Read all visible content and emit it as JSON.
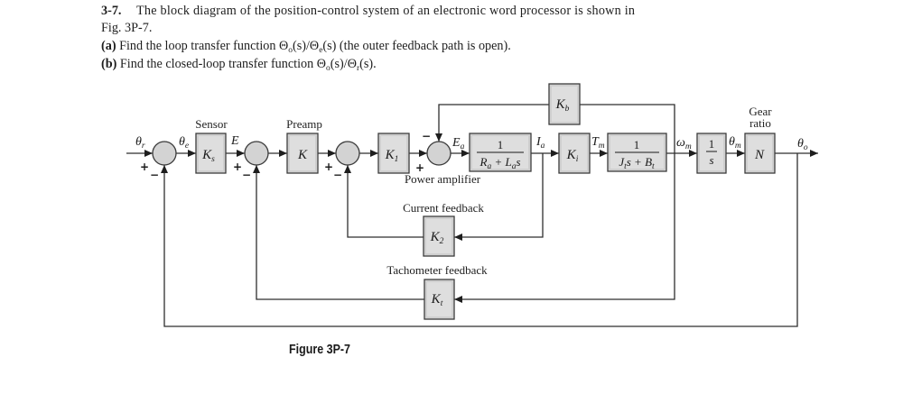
{
  "problem": {
    "number": "3-7.",
    "line1": "The block diagram of the position-control system of an electronic word processor is shown in",
    "line2": "Fig. 3P-7.",
    "part_a": {
      "label": "(a)",
      "pre": " Find the loop transfer function Θ",
      "sub1": "o",
      "mid": "(s)/Θ",
      "sub2": "e",
      "post": "(s) (the outer feedback path is open)."
    },
    "part_b": {
      "label": "(b)",
      "pre": " Find the closed-loop transfer function Θ",
      "sub1": "o",
      "mid": "(s)/Θ",
      "sub2": "r",
      "post": "(s)."
    }
  },
  "diagram": {
    "signals": {
      "theta_r": {
        "sym": "θ",
        "sub": "r"
      },
      "theta_e": {
        "sym": "θ",
        "sub": "e"
      },
      "E": {
        "sym": "E"
      },
      "E_a": {
        "sym": "E",
        "sub": "a"
      },
      "I_a": {
        "sym": "I",
        "sub": "a"
      },
      "T_m": {
        "sym": "T",
        "sub": "m"
      },
      "omega_m": {
        "sym": "ω",
        "sub": "m"
      },
      "theta_m": {
        "sym": "θ",
        "sub": "m"
      },
      "theta_o": {
        "sym": "θ",
        "sub": "o"
      }
    },
    "signs": {
      "plus": "+",
      "minus": "−"
    },
    "blocks": {
      "sensor": {
        "caption": "Sensor",
        "sym": "K",
        "sub": "s"
      },
      "preamp": {
        "caption": "Preamp",
        "sym": "K"
      },
      "k1": {
        "sym": "K",
        "sub": "1"
      },
      "power_amplifier": {
        "caption": "Power amplifier",
        "num": "1",
        "den": {
          "t1": "R",
          "s1": "a",
          "t2": " + L",
          "s2": "a",
          "t3": "s"
        }
      },
      "ki": {
        "sym": "K",
        "sub": "i"
      },
      "motor": {
        "num": "1",
        "den": {
          "t1": "J",
          "s1": "t",
          "t2": "s + B",
          "s2": "t"
        }
      },
      "integrator": {
        "num": "1",
        "den": "s"
      },
      "gear": {
        "caption_line1": "Gear",
        "caption_line2": "ratio",
        "sym": "N"
      },
      "back_emf": {
        "sym": "K",
        "sub": "b"
      },
      "current_feedback": {
        "caption": "Current feedback",
        "sym": "K",
        "sub": "2"
      },
      "tachometer_feedback": {
        "caption": "Tachometer feedback",
        "sym": "K",
        "sub": "t"
      }
    }
  },
  "figure_caption": "Figure 3P-7"
}
